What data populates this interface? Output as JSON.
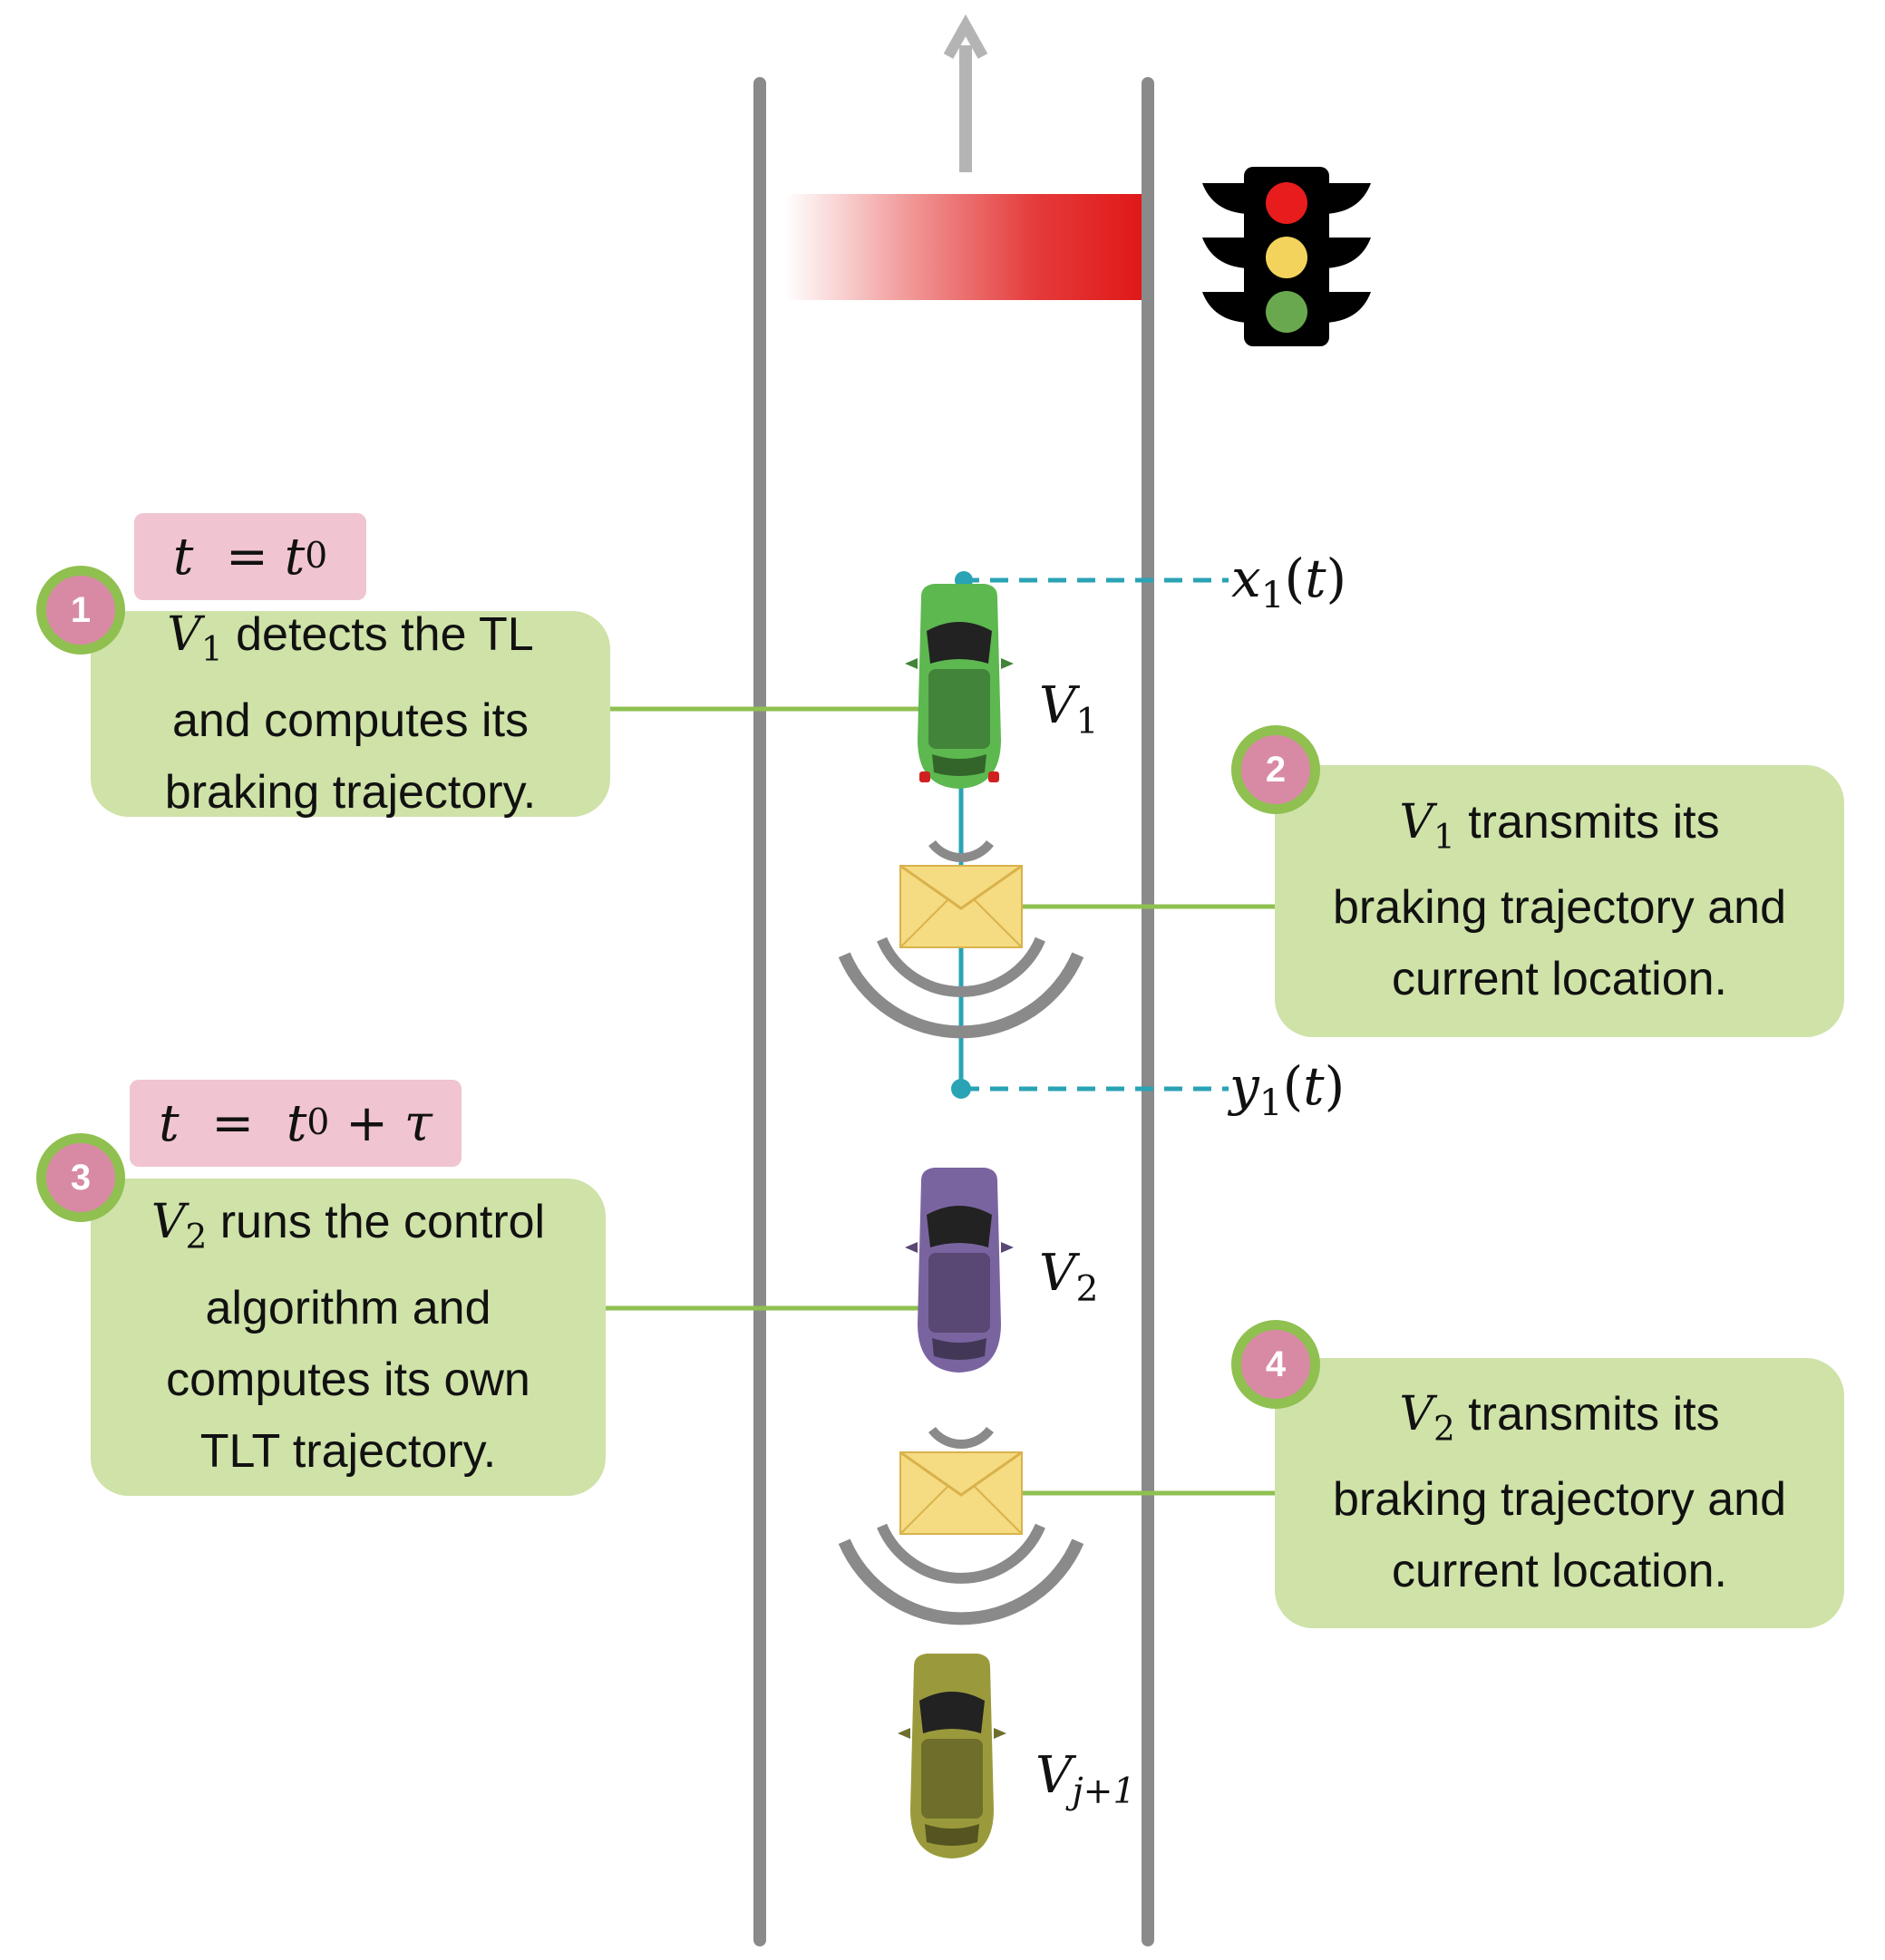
{
  "steps": [
    {
      "number": "1",
      "time": {
        "var": "t",
        "eq": "=",
        "t0": "t",
        "t0_sub": "0",
        "plus": "",
        "tau": ""
      },
      "lines": [
        {
          "pre": "",
          "sym": "V",
          "sub": "1",
          "text": " detects the TL"
        },
        {
          "pre": "",
          "sym": "",
          "sub": "",
          "text": "and computes its"
        },
        {
          "pre": "",
          "sym": "",
          "sub": "",
          "text": "braking trajectory."
        }
      ]
    },
    {
      "number": "2",
      "lines": [
        {
          "pre": "",
          "sym": "V",
          "sub": "1",
          "text": " transmits its"
        },
        {
          "pre": "",
          "sym": "",
          "sub": "",
          "text": "braking trajectory and"
        },
        {
          "pre": "",
          "sym": "",
          "sub": "",
          "text": "current location."
        }
      ]
    },
    {
      "number": "3",
      "time": {
        "var": "t",
        "eq": "=",
        "t0": "t",
        "t0_sub": "0",
        "plus": "+",
        "tau": "τ"
      },
      "lines": [
        {
          "pre": "",
          "sym": "V",
          "sub": "2",
          "text": " runs the control"
        },
        {
          "pre": "",
          "sym": "",
          "sub": "",
          "text": "algorithm and"
        },
        {
          "pre": "",
          "sym": "",
          "sub": "",
          "text": "computes its own"
        },
        {
          "pre": "",
          "sym": "",
          "sub": "",
          "text": "TLT trajectory."
        }
      ]
    },
    {
      "number": "4",
      "lines": [
        {
          "pre": "",
          "sym": "V",
          "sub": "2",
          "text": " transmits its"
        },
        {
          "pre": "",
          "sym": "",
          "sub": "",
          "text": "braking trajectory and"
        },
        {
          "pre": "",
          "sym": "",
          "sub": "",
          "text": "current location."
        }
      ]
    }
  ],
  "vehicles": [
    {
      "sym": "V",
      "sub": "1",
      "color": "#5cb84f"
    },
    {
      "sym": "V",
      "sub": "2",
      "color": "#7a64a0"
    },
    {
      "sym": "V",
      "sub": "j+1",
      "color": "#9a9a3c"
    }
  ],
  "coordinates": {
    "x": {
      "sym": "x",
      "sub": "1",
      "arg": "(t)"
    },
    "y": {
      "sym": "y",
      "sub": "1",
      "arg": "(t)"
    }
  },
  "colors": {
    "road": "#8a8a8a",
    "box_fill": "#cfe2a8",
    "connector": "#8fc050",
    "badge_fill": "#d88aa5",
    "time_label_fill": "#f0c4d0",
    "dimension_line": "#2aa3b5",
    "stop_zone": "#e01818",
    "envelope": "#f5dc82",
    "signal_waves": "#8a8a8a",
    "traffic_light": {
      "red": "#e81c1c",
      "yellow": "#f4d35c",
      "green": "#6aa84f"
    }
  },
  "icons": [
    "traffic-light-icon",
    "envelope-icon",
    "signal-wave-icon",
    "car-icon",
    "arrow-up-icon"
  ]
}
